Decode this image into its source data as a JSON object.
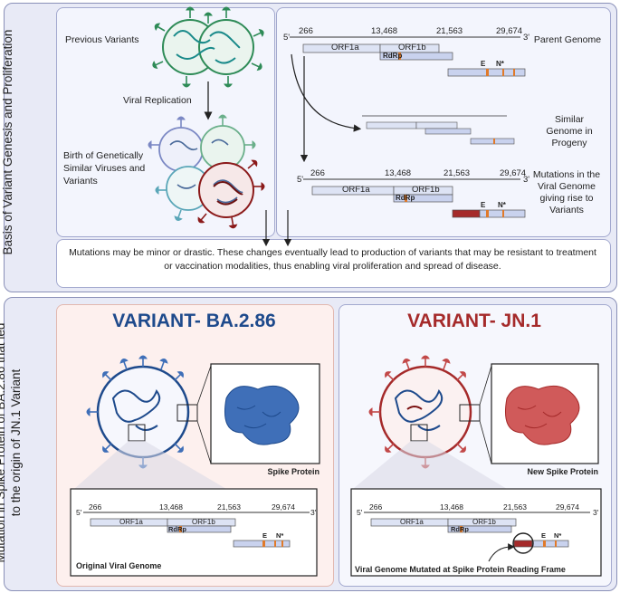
{
  "top_title": "Basis of Variant Genesis and Proliferation",
  "bottom_title": "Mutation in Spike Protein of BA.2.86 that led to the origin of JN.1 Variant",
  "left_box": {
    "previous": "Previous Variants",
    "replication": "Viral Replication",
    "birth": "Birth of Genetically Similar Viruses and Variants"
  },
  "right_box": {
    "parent": "Parent Genome",
    "similar": "Similar Genome in Progeny",
    "mutations": "Mutations in the Viral Genome giving rise to Variants"
  },
  "genome": {
    "positions": [
      "266",
      "13,468",
      "21,563",
      "29,674"
    ],
    "orf1a": "ORF1a",
    "orf1b": "ORF1b",
    "rdrp": "RdRp",
    "e": "E",
    "n": "N*",
    "five": "5'",
    "three": "3'"
  },
  "note": "Mutations may be minor or drastic. These changes eventually lead to production of variants that may be resistant to treatment or vaccination modalities, thus enabling viral proliferation and spread of disease.",
  "ba": {
    "title": "VARIANT- BA.2.86",
    "spike": "Spike Protein",
    "genome": "Original Viral Genome"
  },
  "jn": {
    "title": "VARIANT- JN.1",
    "spike": "New Spike Protein",
    "genome": "Viral Genome Mutated at Spike Protein Reading Frame"
  },
  "colors": {
    "ba": "#1e4a8c",
    "jn": "#a52a2a",
    "green": "#2e8b57",
    "teal": "#1a8a8a",
    "panel": "#e8eaf6"
  }
}
